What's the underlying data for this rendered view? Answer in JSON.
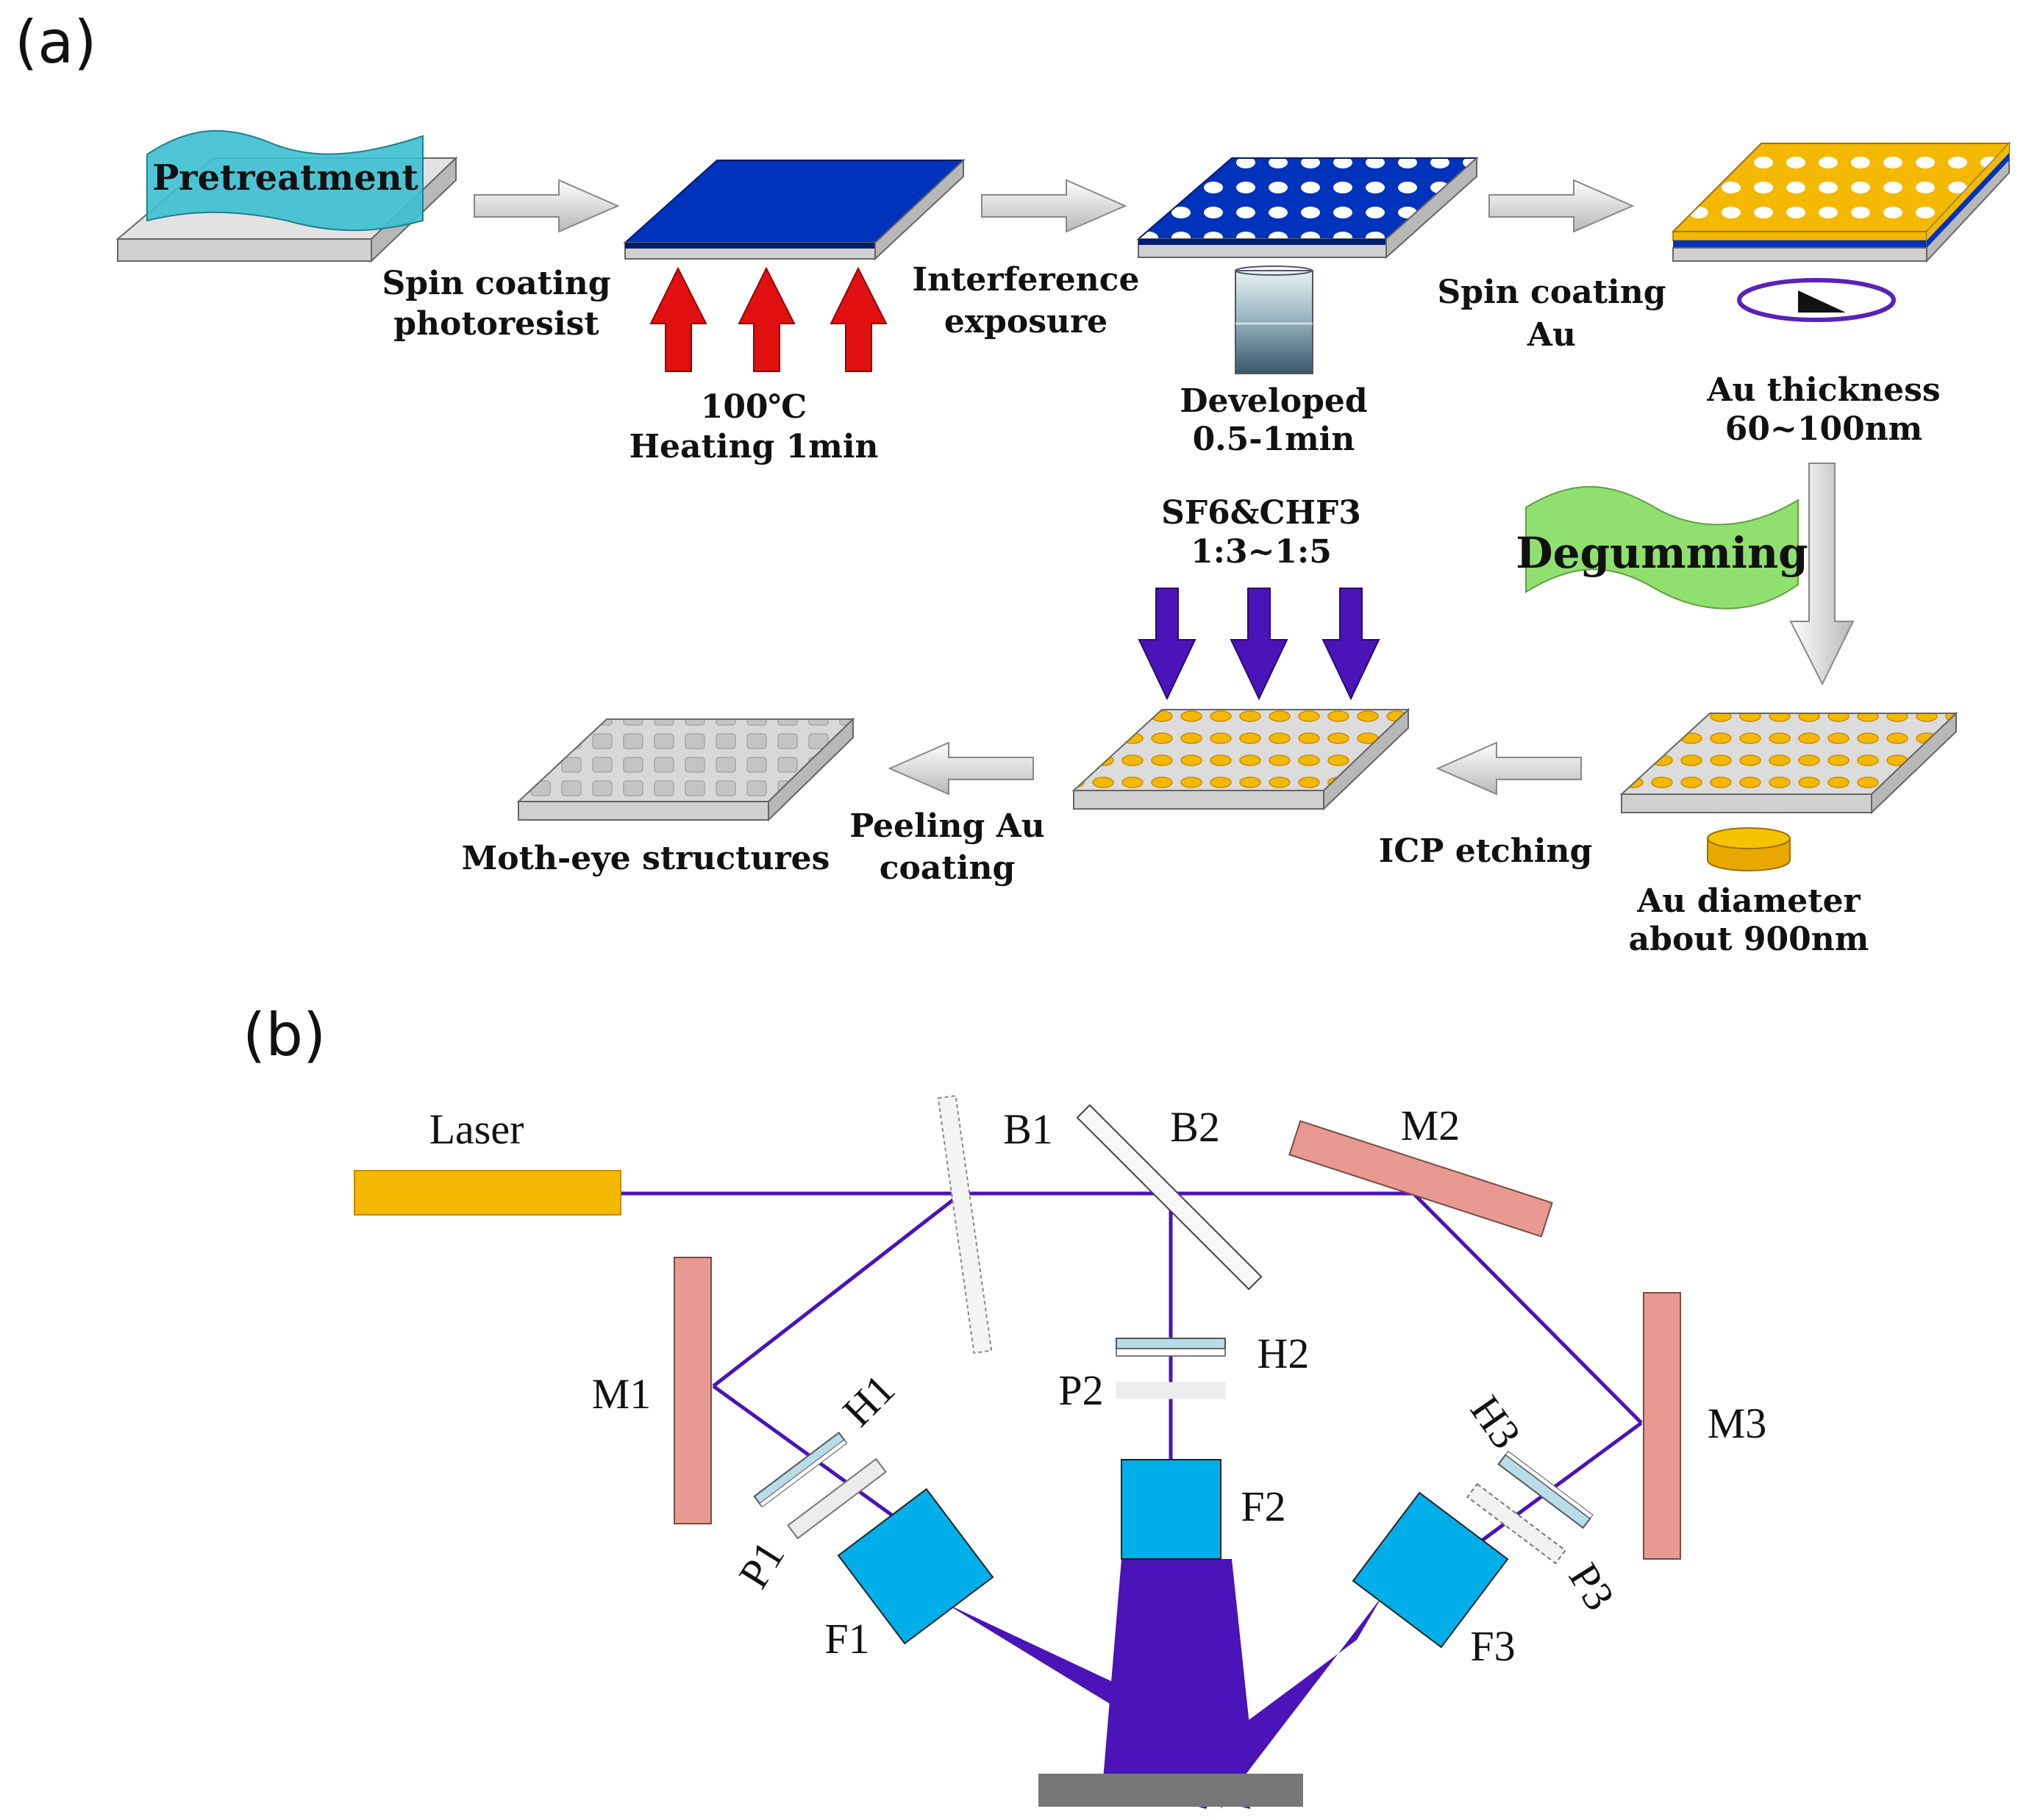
{
  "panel_a": {
    "label": "(a)",
    "banners": {
      "pretreatment": "Pretreatment",
      "degumming": "Degumming"
    },
    "steps": {
      "spin_coating_photoresist": [
        "Spin coating",
        "photoresist"
      ],
      "heating": [
        "100℃",
        "Heating 1min"
      ],
      "interference_exposure": [
        "Interference",
        "exposure"
      ],
      "developed": [
        "Developed",
        "0.5-1min"
      ],
      "spin_coating_au": [
        "Spin coating",
        "Au"
      ],
      "au_thickness": [
        "Au thickness",
        "60~100nm"
      ],
      "gas": [
        "SF6&CHF3",
        "1:3~1:5"
      ],
      "icp_etching": [
        "ICP etching"
      ],
      "au_diameter": [
        "Au diameter",
        "about 900nm"
      ],
      "peeling": [
        "Peeling Au",
        "coating"
      ],
      "moth_eye": [
        "Moth-eye structures"
      ]
    }
  },
  "panel_b": {
    "label": "(b)",
    "optics": {
      "laser": "Laser",
      "b1": "B1",
      "b2": "B2",
      "m1": "M1",
      "m2": "M2",
      "m3": "M3",
      "h1": "H1",
      "h2": "H2",
      "h3": "H3",
      "p1": "P1",
      "p2": "P2",
      "p3": "P3",
      "f1": "F1",
      "f2": "F2",
      "f3": "F3"
    }
  },
  "colors": {
    "substrate": "#e2e2e2",
    "photoresist": "#0033bb",
    "gold": "#f5b800",
    "heat_arrow": "#e01010",
    "etch_arrow": "#4a14b8",
    "beam": "#4a14b8",
    "laser": "#f5b800",
    "mirror": "#e89a92",
    "focuser": "#00aeea",
    "pretreatment_banner": "#3cc0d0",
    "degumming_banner": "#90e070"
  }
}
